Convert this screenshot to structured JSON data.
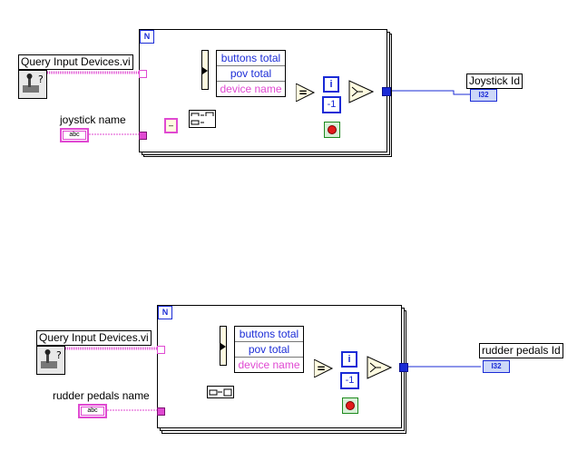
{
  "loop_tag": "N",
  "subvi_name": "Query Input Devices.vi",
  "unbundle_fields": [
    "buttons total",
    "pov total",
    "device name"
  ],
  "iteration_terminal": "i",
  "constant_minus_one": "-1",
  "compare_symbol": "=",
  "string_control_text": "abc",
  "indicator_type": "I32",
  "empty_string_symbol": "–",
  "colors": {
    "string_wire": "#e04ad2",
    "integer_wire": "#1a2bd6",
    "boolean_wire": "#1e8a1e"
  },
  "icon_names": [
    "vi-icon",
    "search-1d-array-icon",
    "flatten-icon",
    "stop-icon",
    "select-icon",
    "equal-icon"
  ],
  "blocks": [
    {
      "control_label": "joystick name",
      "indicator_label": "Joystick Id"
    },
    {
      "control_label": "rudder pedals name",
      "indicator_label": "rudder pedals  Id"
    }
  ]
}
